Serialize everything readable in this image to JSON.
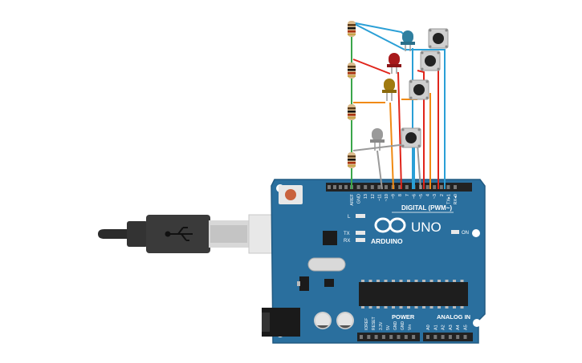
{
  "board": {
    "brand": "ARDUINO",
    "model": "UNO",
    "digital_label": "DIGITAL (PWM~)",
    "power_label": "POWER",
    "analog_label": "ANALOG IN",
    "on_label": "ON",
    "led_l": "L",
    "led_tx": "TX",
    "led_rx": "RX",
    "digital_pins": [
      "AREF",
      "GND",
      "13",
      "12",
      "~11",
      "~10",
      "~9",
      "8",
      "7",
      "~6",
      "~5",
      "4",
      "~3",
      "2",
      "TX▸1",
      "RX◂0"
    ],
    "power_pins": [
      "IOREF",
      "RESET",
      "3.3V",
      "5V",
      "GND",
      "GND",
      "Vin"
    ],
    "analog_pins": [
      "A0",
      "A1",
      "A2",
      "A3",
      "A4",
      "A5"
    ]
  },
  "components": {
    "leds": [
      {
        "name": "blue-led",
        "color": "#2f7f9f"
      },
      {
        "name": "red-led",
        "color": "#a8191b"
      },
      {
        "name": "yellow-led",
        "color": "#a07a10"
      },
      {
        "name": "white-led",
        "color": "#9a9a9a"
      }
    ],
    "wire_colors": {
      "blue": "#2a9fd6",
      "red": "#e0251b",
      "orange": "#f08a12",
      "gray": "#9a9a9a",
      "green": "#3aa64a"
    }
  }
}
